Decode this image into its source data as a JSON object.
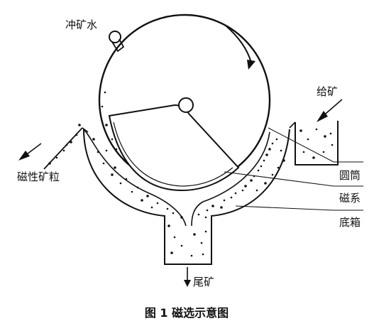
{
  "labels": {
    "flush_water": "冲矿水",
    "feed": "给矿",
    "magnetic_particles": "磁性矿粒",
    "drum": "圆筒",
    "magnet_system": "磁系",
    "tank": "底箱",
    "tailings": "尾矿"
  },
  "caption": "图 1   磁选示意图"
}
